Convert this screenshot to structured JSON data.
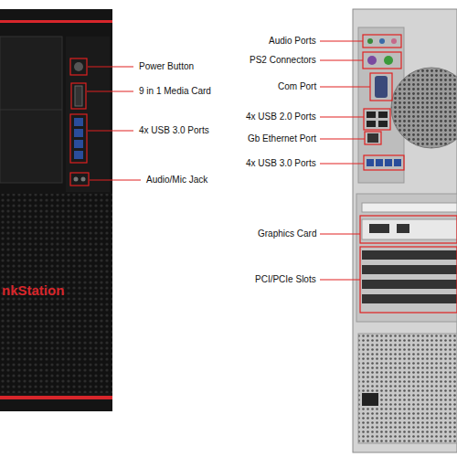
{
  "diagram": {
    "labels": [
      "Power Button",
      "9 in 1 Media Card",
      "4x USB 3.0 Ports",
      "Audio/Mic Jack",
      "Audio Ports",
      "PS2 Connectors",
      "Com Port",
      "4x USB 2.0 Ports",
      "Gb Ethernet Port",
      "4x USB 3.0 Ports",
      "Graphics Card",
      "PCI/PCIe Slots",
      "nkStation"
    ]
  }
}
